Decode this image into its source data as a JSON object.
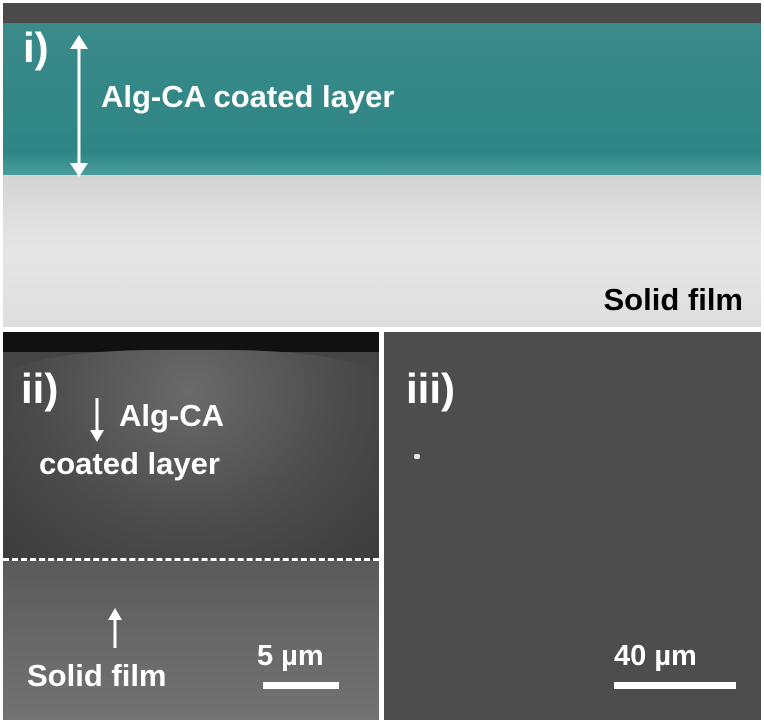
{
  "panels": {
    "i": {
      "tag": "i)",
      "coated_label": "Alg-CA coated layer",
      "film_label": "Solid film"
    },
    "ii": {
      "tag": "ii)",
      "coated_label_line1": "Alg-CA",
      "coated_label_line2": "coated layer",
      "film_label": "Solid film",
      "scale_label": "5 µm"
    },
    "iii": {
      "tag": "iii)",
      "scale_label": "40 µm"
    }
  },
  "colors": {
    "coating": "#2f8585",
    "film_light": "#dcdcdc",
    "sem_gray": "#4d4d4d",
    "annotation": "#ffffff"
  },
  "icons": [
    "double-headed-arrow-icon",
    "down-arrow-icon",
    "up-arrow-icon"
  ]
}
